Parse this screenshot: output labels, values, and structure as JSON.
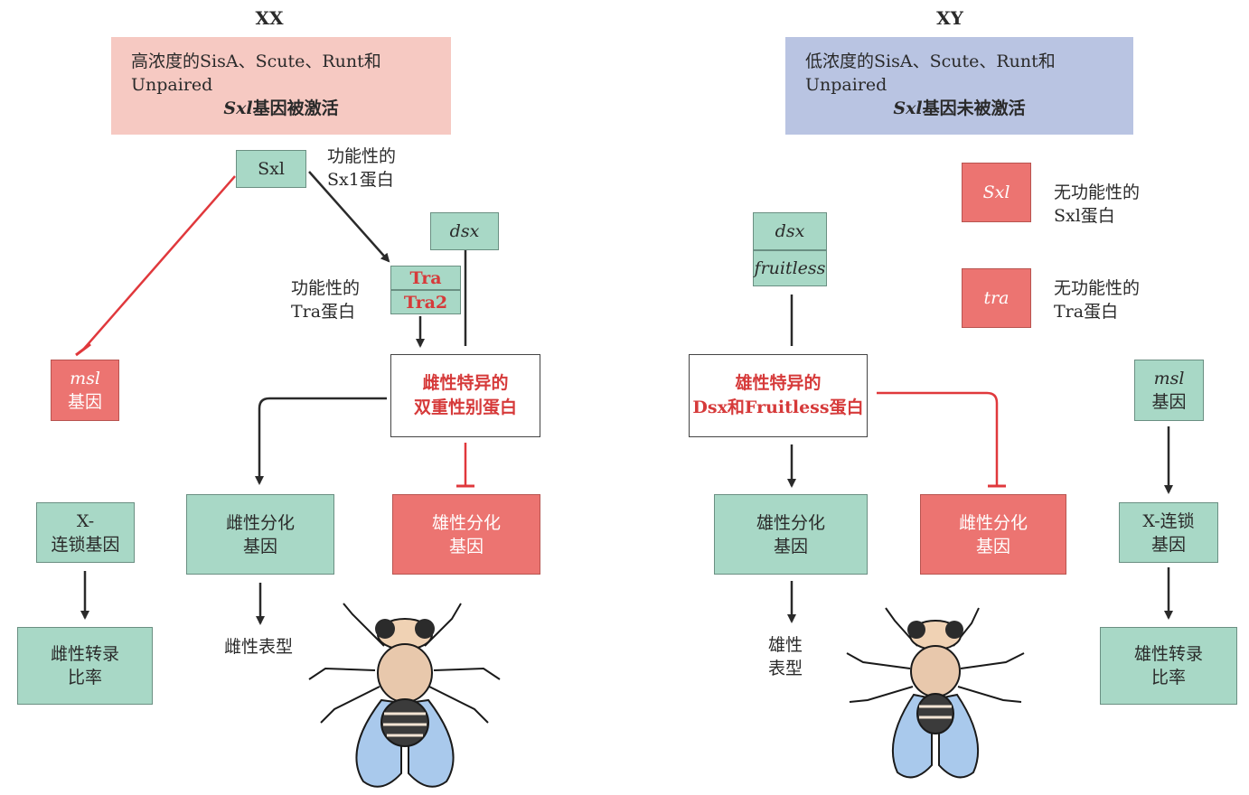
{
  "colors": {
    "green_box": "#a8d8c6",
    "red_box": "#ec7471",
    "pink_header": "#f6c9c2",
    "blue_header": "#b9c4e2",
    "red_line": "#e0383c",
    "black_line": "#2a2a2a"
  },
  "left": {
    "title": "XX",
    "header": {
      "line1": "高浓度的SisA、Scute、Runt和",
      "line2": "Unpaired",
      "line3_gene": "Sxl",
      "line3_rest": "基因被激活"
    },
    "sxl_box": "Sxl",
    "sxl_protein_label": "功能性的\nSx1蛋白",
    "dsx_box": "dsx",
    "tra_box": "Tra",
    "tra2_box": "Tra2",
    "tra_protein_label": "功能性的\nTra蛋白",
    "msl_box_gene": "msl",
    "msl_box_rest": "基因",
    "doublesex_box": "雌性特异的\n双重性别蛋白",
    "x_linked_box": "X-\n连锁基因",
    "female_diff_box": "雌性分化\n基因",
    "male_diff_box": "雄性分化\n基因",
    "transcription_box": "雌性转录\n比率",
    "phenotype_label": "雌性表型"
  },
  "right": {
    "title": "XY",
    "header": {
      "line1": "低浓度的SisA、Scute、Runt和",
      "line2": "Unpaired",
      "line3_gene": "Sxl",
      "line3_rest": "基因未被激活"
    },
    "sxl_box": "Sxl",
    "sxl_label": "无功能性的\nSxl蛋白",
    "tra_box": "tra",
    "tra_label": "无功能性的\nTra蛋白",
    "dsx_box": "dsx",
    "fruitless_box": "fruitless",
    "male_protein_box": "雄性特异的\nDsx和Fruitless蛋白",
    "msl_box_gene": "msl",
    "msl_box_rest": "基因",
    "male_diff_box": "雄性分化\n基因",
    "female_diff_box": "雌性分化\n基因",
    "x_linked_box": "X-连锁\n基因",
    "transcription_box": "雄性转录\n比率",
    "phenotype_label": "雄性\n表型"
  }
}
